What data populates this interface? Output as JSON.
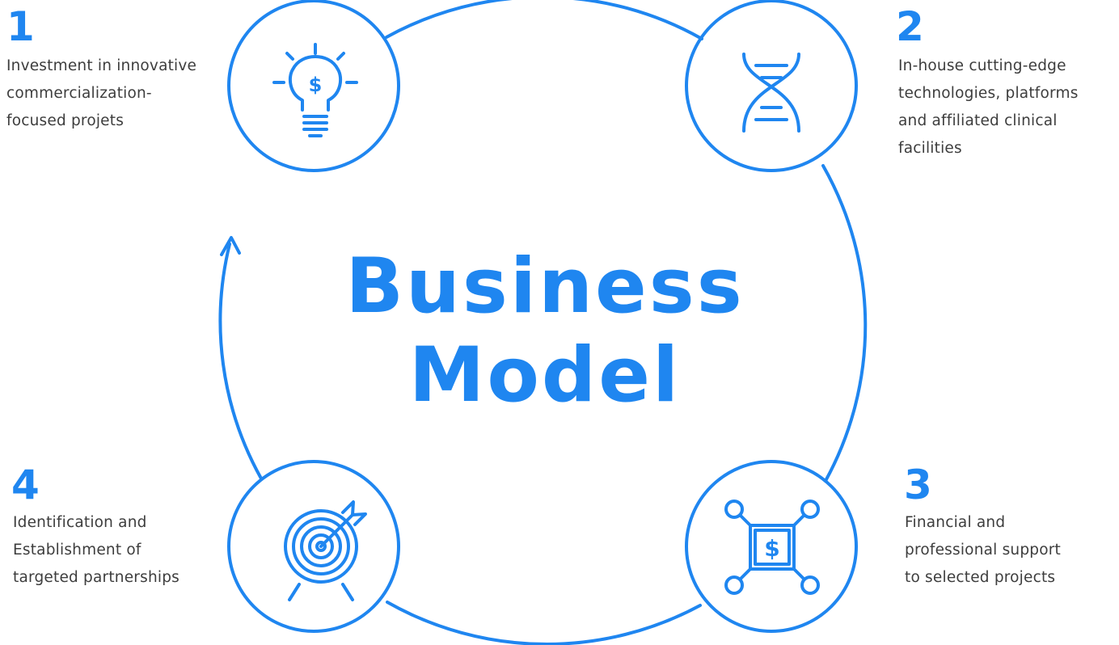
{
  "title": [
    "Business",
    "Model"
  ],
  "colors": {
    "accent": "#1f86f0",
    "text": "#3d3d3d",
    "background": "#ffffff"
  },
  "steps": [
    {
      "number": "1",
      "icon": "lightbulb-dollar-icon",
      "lines": [
        "Investment in innovative",
        "commercialization-",
        "focused projets"
      ]
    },
    {
      "number": "2",
      "icon": "dna-icon",
      "lines": [
        "In-house cutting-edge",
        "technologies, platforms",
        "and affiliated clinical",
        "facilities"
      ]
    },
    {
      "number": "3",
      "icon": "dollar-network-icon",
      "lines": [
        "Financial and",
        "professional support",
        "to selected projects"
      ]
    },
    {
      "number": "4",
      "icon": "target-arrow-icon",
      "lines": [
        "Identification and",
        "Establishment of",
        "targeted partnerships"
      ]
    }
  ]
}
